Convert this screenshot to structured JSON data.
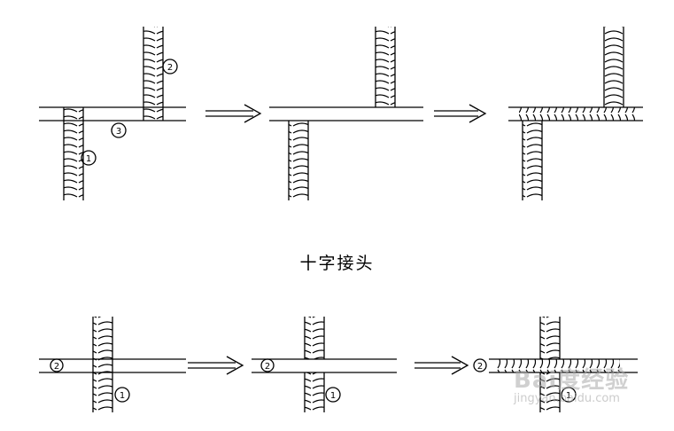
{
  "caption": "十字接头",
  "markers": {
    "one": "1",
    "two": "2",
    "three": "3"
  },
  "watermark": {
    "brand": "Bai度经验",
    "url": "jingyan.baidu.com"
  }
}
